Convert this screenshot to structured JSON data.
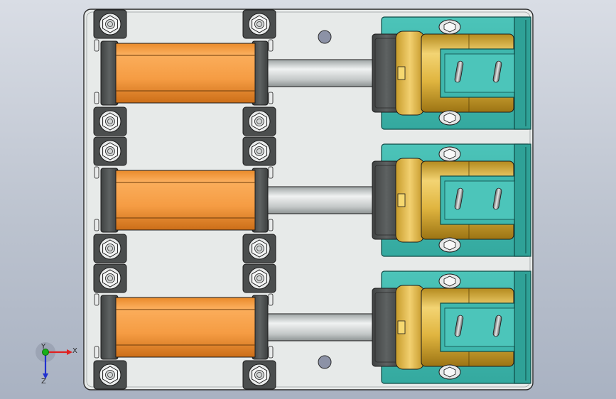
{
  "viewport": {
    "background_top": "#d9dde5",
    "background_bottom": "#a9b2c2"
  },
  "model": {
    "modules": 3,
    "colors": {
      "base_plate": "#e7eae9",
      "coil_orange": "#f7a04a",
      "bracket_dark": "#4c4f4f",
      "rod_silver": "#c9cccc",
      "brass": "#e3bb48",
      "teal_housing": "#3fb7ad",
      "teal_dark": "#1f7f78"
    }
  },
  "triad": {
    "x_label": "X",
    "y_label": "Y",
    "z_label": "Z",
    "x_color": "#e02020",
    "y_color": "#18b018",
    "z_color": "#2030d0"
  }
}
